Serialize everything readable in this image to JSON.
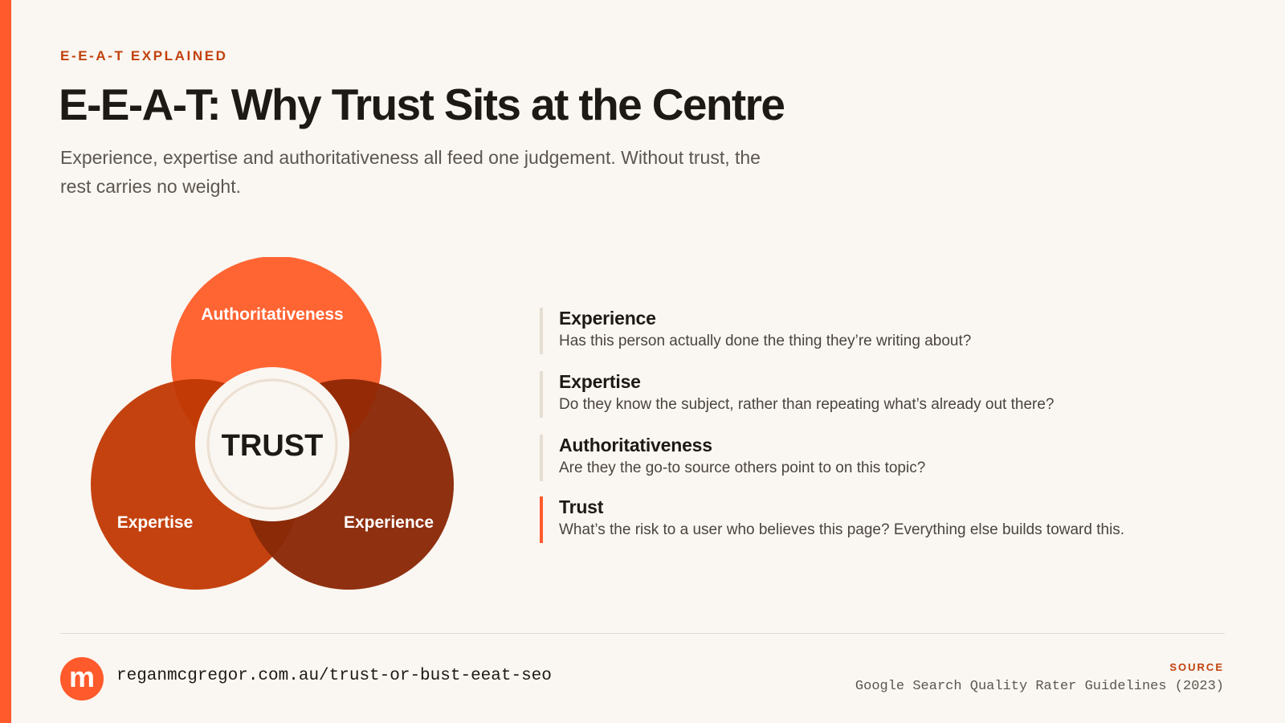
{
  "colors": {
    "background": "#faf6f1",
    "accent": "#ff5a2c",
    "eyebrow": "#c2410c",
    "circle_authoritativeness": "#ff6433",
    "circle_expertise": "#c4420f",
    "circle_experience": "#8f3010",
    "trust_core": "#faf6f1"
  },
  "header": {
    "eyebrow": "E-E-A-T EXPLAINED",
    "title": "E-E-A-T: Why Trust Sits at the Centre",
    "subtitle": "Experience, expertise and authoritativeness all feed one judgement. Without trust, the rest carries no weight."
  },
  "diagram": {
    "center_label": "TRUST",
    "circles": [
      {
        "label": "Authoritativeness"
      },
      {
        "label": "Expertise"
      },
      {
        "label": "Experience"
      }
    ]
  },
  "definitions": [
    {
      "term": "Experience",
      "description": "Has this person actually done the thing they’re writing about?",
      "highlight": false
    },
    {
      "term": "Expertise",
      "description": "Do they know the subject, rather than repeating what’s already out there?",
      "highlight": false
    },
    {
      "term": "Authoritativeness",
      "description": "Are they the go-to source others point to on this topic?",
      "highlight": false
    },
    {
      "term": "Trust",
      "description": "What’s the risk to a user who believes this page? Everything else builds toward this.",
      "highlight": true
    }
  ],
  "footer": {
    "logo_letter": "m",
    "url": "reganmcgregor.com.au/trust-or-bust-eeat-seo",
    "source_label": "SOURCE",
    "source_text": "Google Search Quality Rater Guidelines (2023)"
  }
}
